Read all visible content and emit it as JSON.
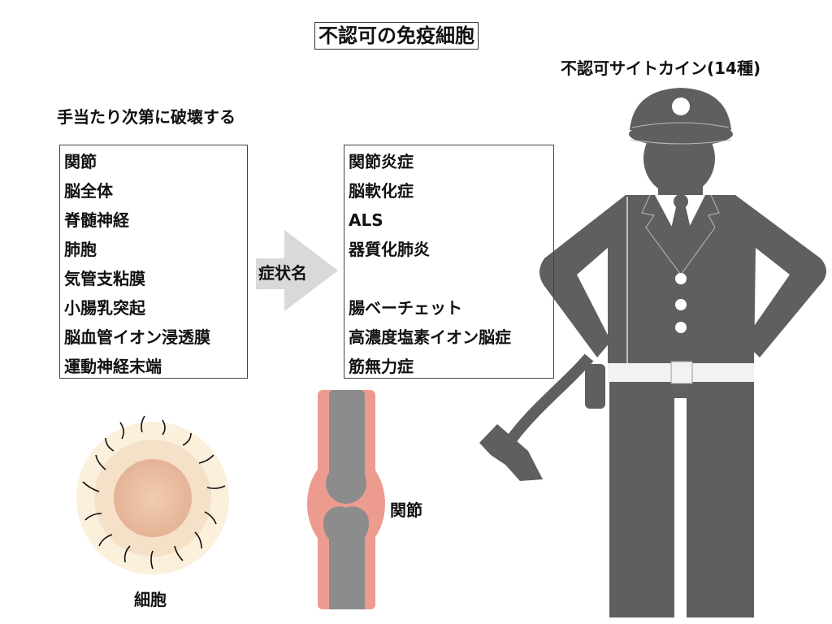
{
  "title": "不認可の免疫細胞",
  "subtitle": "不認可サイトカイン(14種)",
  "left_heading": "手当たり次第に破壊する",
  "targets": [
    "関節",
    "脳全体",
    "脊髄神経",
    "肺胞",
    "気管支粘膜",
    "小腸乳突起",
    "脳血管イオン浸透膜",
    "運動神経末端"
  ],
  "arrow_label": "症状名",
  "symptoms": [
    "関節炎症",
    "脳軟化症",
    "ALS",
    "器質化肺炎",
    "",
    "腸ベーチェット",
    "高濃度塩素イオン脳症",
    "筋無力症"
  ],
  "cell_label": "細胞",
  "joint_label": "関節",
  "colors": {
    "figure": "#5f5f5f",
    "arrow": "#d9d9d9",
    "joint_pink": "#ee9b8f",
    "bone": "#8c8c8c",
    "cell_outer": "#fbf0dc",
    "cell_nucleus": "#e8b89c"
  }
}
